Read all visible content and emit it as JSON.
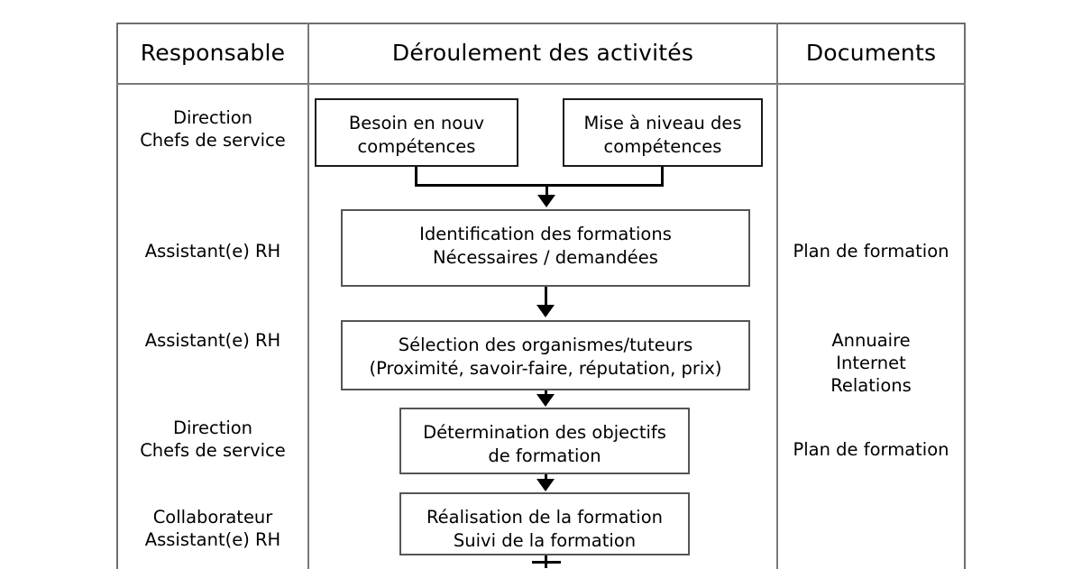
{
  "table": {
    "headers": {
      "responsable": "Responsable",
      "deroulement": "Déroulement des activités",
      "documents": "Documents"
    }
  },
  "responsables": [
    {
      "id": "r1",
      "text": "Direction\nChefs de service"
    },
    {
      "id": "r2",
      "text": "Assistant(e) RH"
    },
    {
      "id": "r3",
      "text": "Assistant(e) RH"
    },
    {
      "id": "r4",
      "text": "Direction\nChefs de service"
    },
    {
      "id": "r5",
      "text": "Collaborateur\nAssistant(e) RH"
    }
  ],
  "documents": [
    {
      "id": "d2",
      "text": "Plan de formation"
    },
    {
      "id": "d3",
      "text": "Annuaire\nInternet\nRelations"
    },
    {
      "id": "d4",
      "text": "Plan de formation"
    }
  ],
  "process_boxes": [
    {
      "id": "besoin",
      "text": "Besoin en nouv\ncompétences"
    },
    {
      "id": "mise",
      "text": "Mise à niveau des\ncompétences"
    },
    {
      "id": "ident",
      "text": "Identification des formations\nNécessaires / demandées"
    },
    {
      "id": "select",
      "text": "Sélection des organismes/tuteurs\n(Proximité, savoir-faire, réputation, prix)"
    },
    {
      "id": "determ",
      "text": "Détermination des objectifs\nde formation"
    },
    {
      "id": "realis",
      "text": "Réalisation de la formation\nSuivi de la formation"
    }
  ],
  "colors": {
    "box_border": "#1a1a1a",
    "table_border": "#6e6e6e",
    "connector": "#000000",
    "background": "#ffffff",
    "text": "#000000"
  }
}
